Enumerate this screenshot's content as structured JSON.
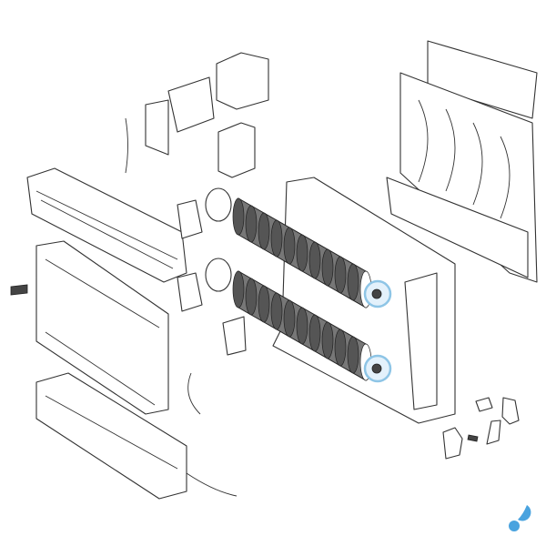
{
  "diagram": {
    "type": "exploded-parts-view",
    "highlight_color": "#8ec5e6",
    "line_color": "#333333",
    "highlighted_parts": [
      "fan-bearing-upper",
      "fan-bearing-lower"
    ],
    "logo": {
      "icon": "water-drop-logo",
      "color": "#4aa3df"
    }
  }
}
